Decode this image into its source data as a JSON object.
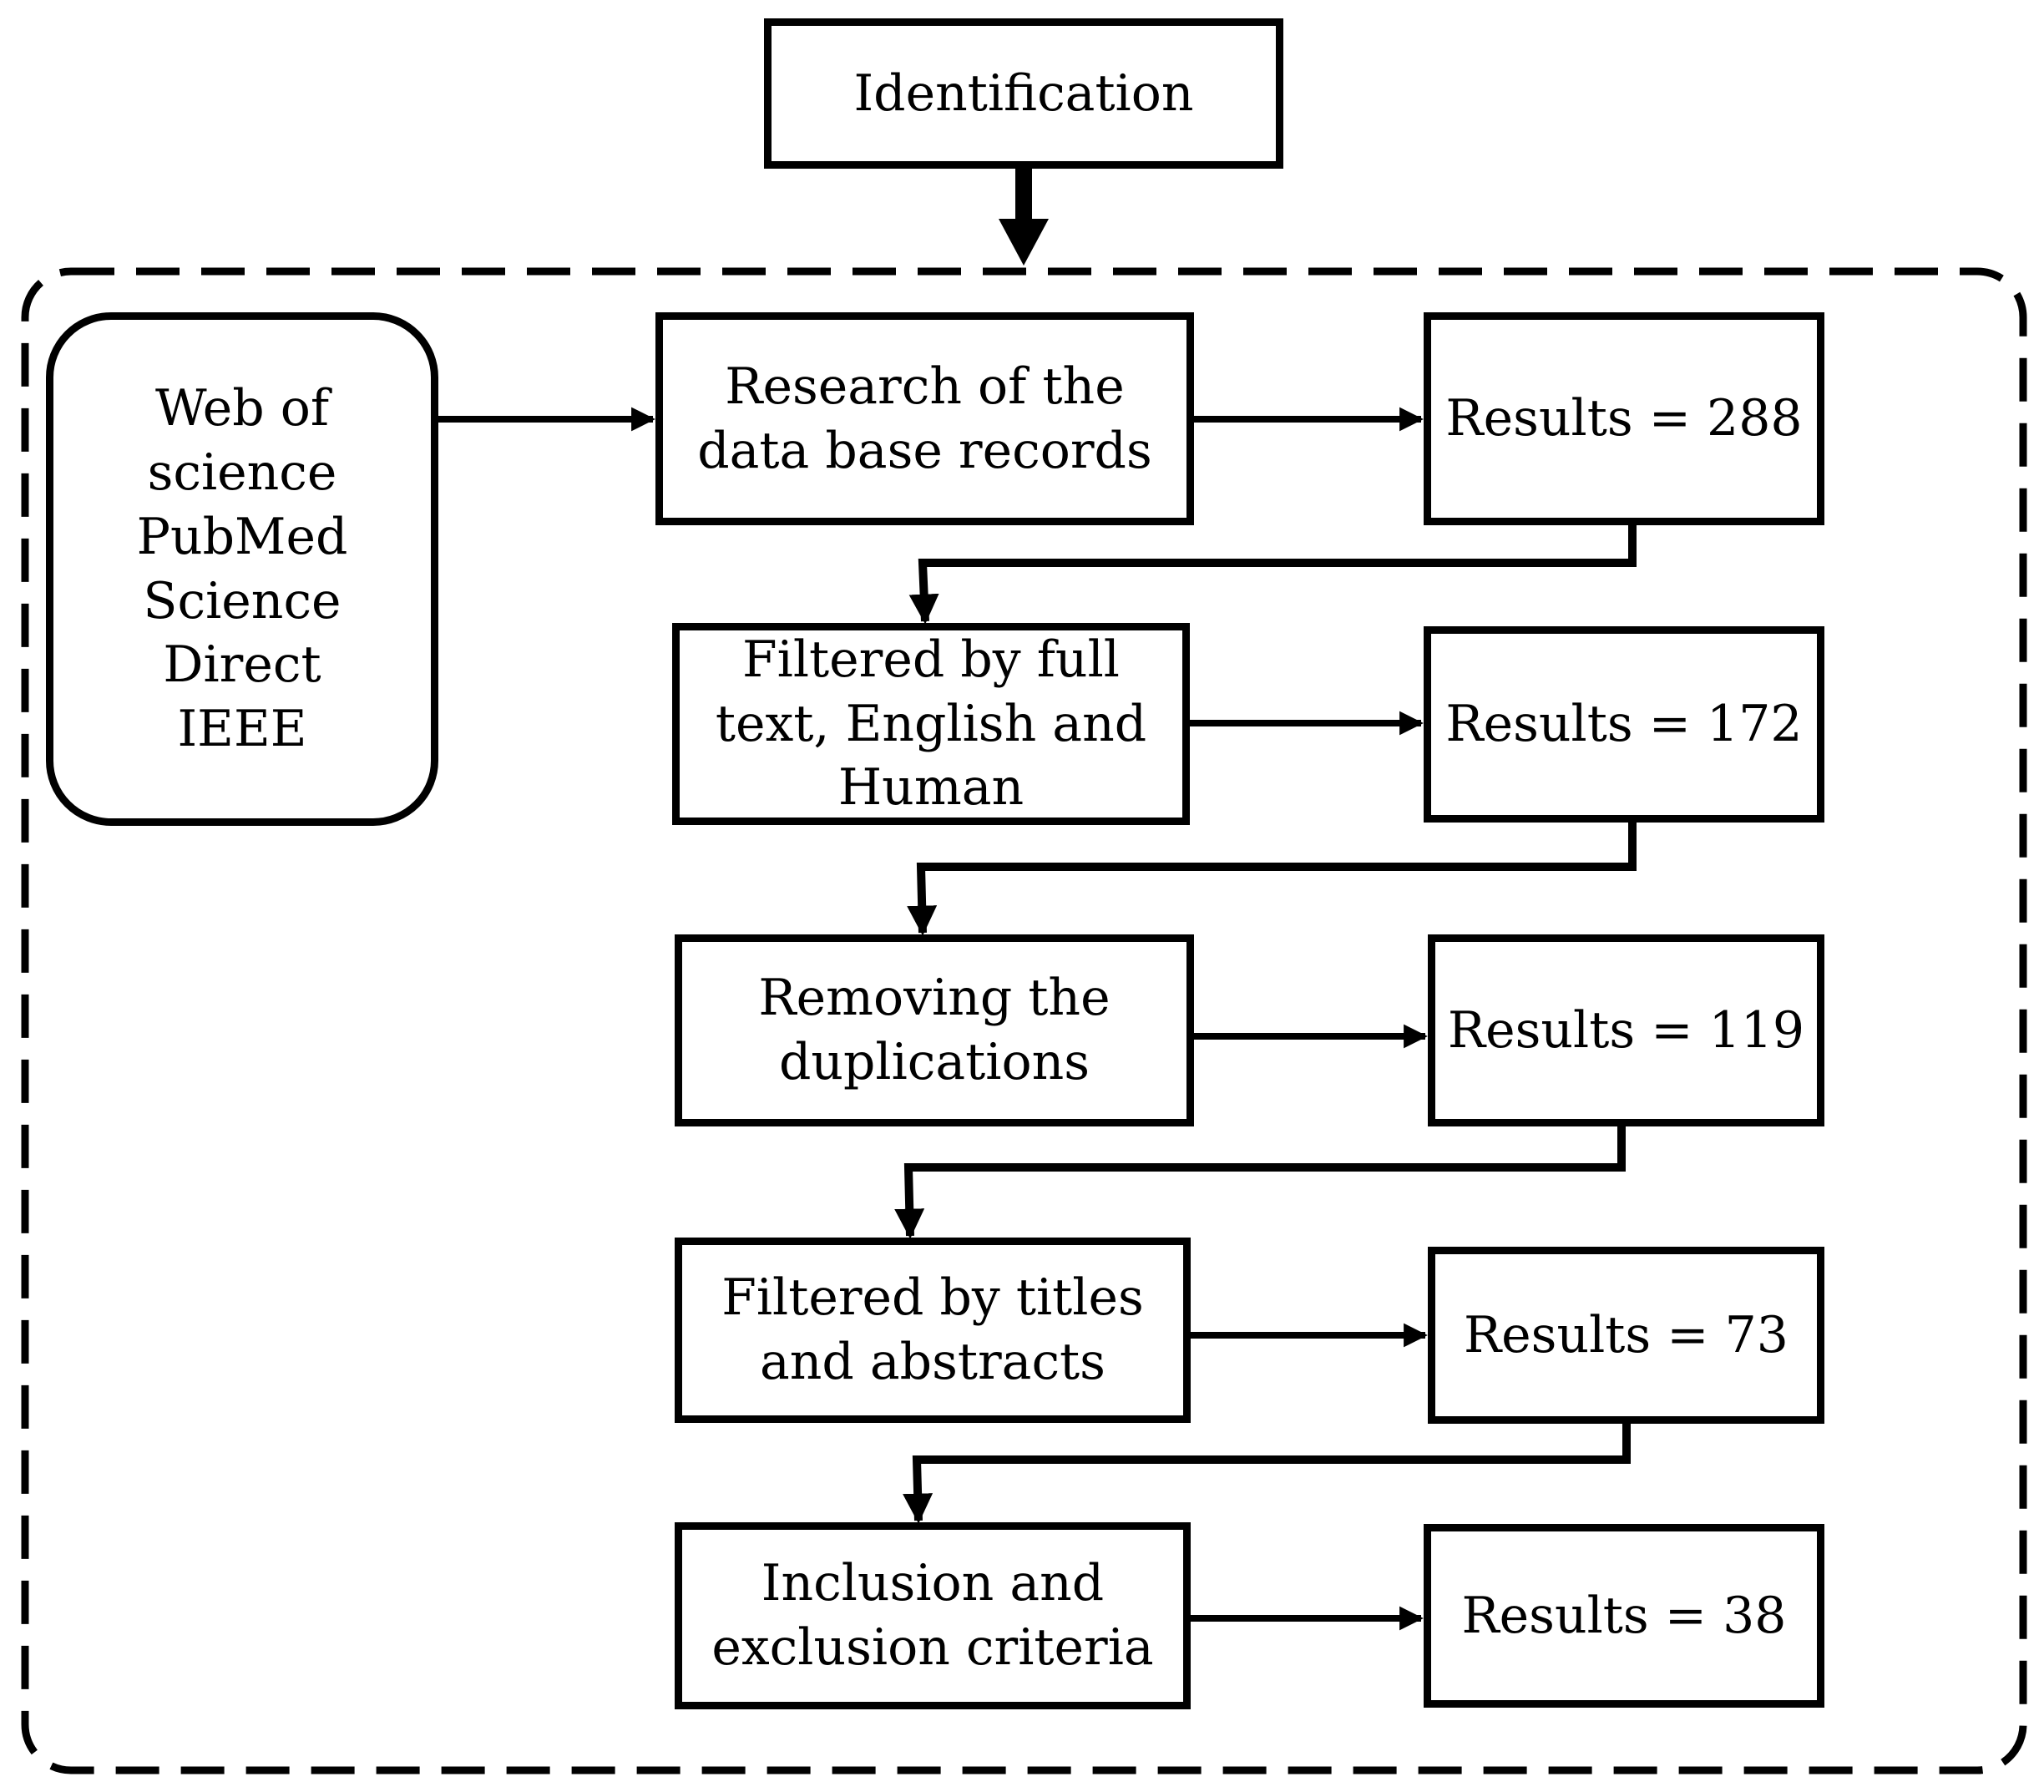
{
  "identification": {
    "label": "Identification"
  },
  "sources": {
    "lines": [
      "Web of",
      "science",
      "PubMed",
      "Science",
      "Direct",
      "IEEE"
    ]
  },
  "steps": [
    {
      "label": "Research of the\ndata base records",
      "result": "Results = 288"
    },
    {
      "label": "Filtered by full\ntext, English and\nHuman",
      "result": "Results = 172"
    },
    {
      "label": "Removing the\nduplications",
      "result": "Results = 119"
    },
    {
      "label": "Filtered by titles\nand abstracts",
      "result": "Results = 73"
    },
    {
      "label": "Inclusion and\nexclusion criteria",
      "result": "Results = 38"
    }
  ]
}
